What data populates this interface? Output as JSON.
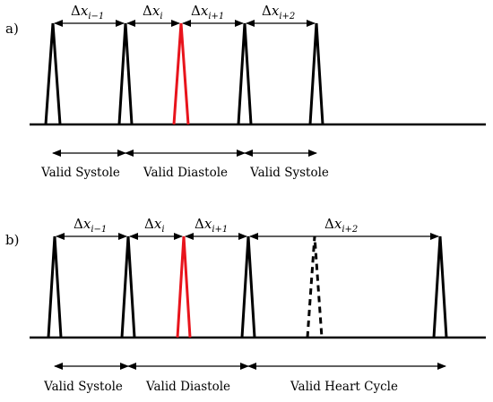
{
  "colors": {
    "normal": "#000000",
    "highlight": "#e8141c"
  },
  "panels": [
    {
      "label": "a)",
      "intervals": [
        {
          "delta": "Δ",
          "var": "x",
          "sub": "i−1"
        },
        {
          "delta": "Δ",
          "var": "x",
          "sub": "i"
        },
        {
          "delta": "Δ",
          "var": "x",
          "sub": "i+1"
        },
        {
          "delta": "Δ",
          "var": "x",
          "sub": "i+2"
        }
      ],
      "regions": [
        "Valid Systole",
        "Valid Diastole",
        "Valid Systole"
      ],
      "highlight_beat_index": 2,
      "dashed_beat_index": null
    },
    {
      "label": "b)",
      "intervals": [
        {
          "delta": "Δ",
          "var": "x",
          "sub": "i−1"
        },
        {
          "delta": "Δ",
          "var": "x",
          "sub": "i"
        },
        {
          "delta": "Δ",
          "var": "x",
          "sub": "i+1"
        },
        {
          "delta": "Δ",
          "var": "x",
          "sub": "i+2"
        }
      ],
      "regions": [
        "Valid Systole",
        "Valid Diastole",
        "Valid Heart Cycle"
      ],
      "highlight_beat_index": 2,
      "dashed_beat_index": 4
    }
  ]
}
